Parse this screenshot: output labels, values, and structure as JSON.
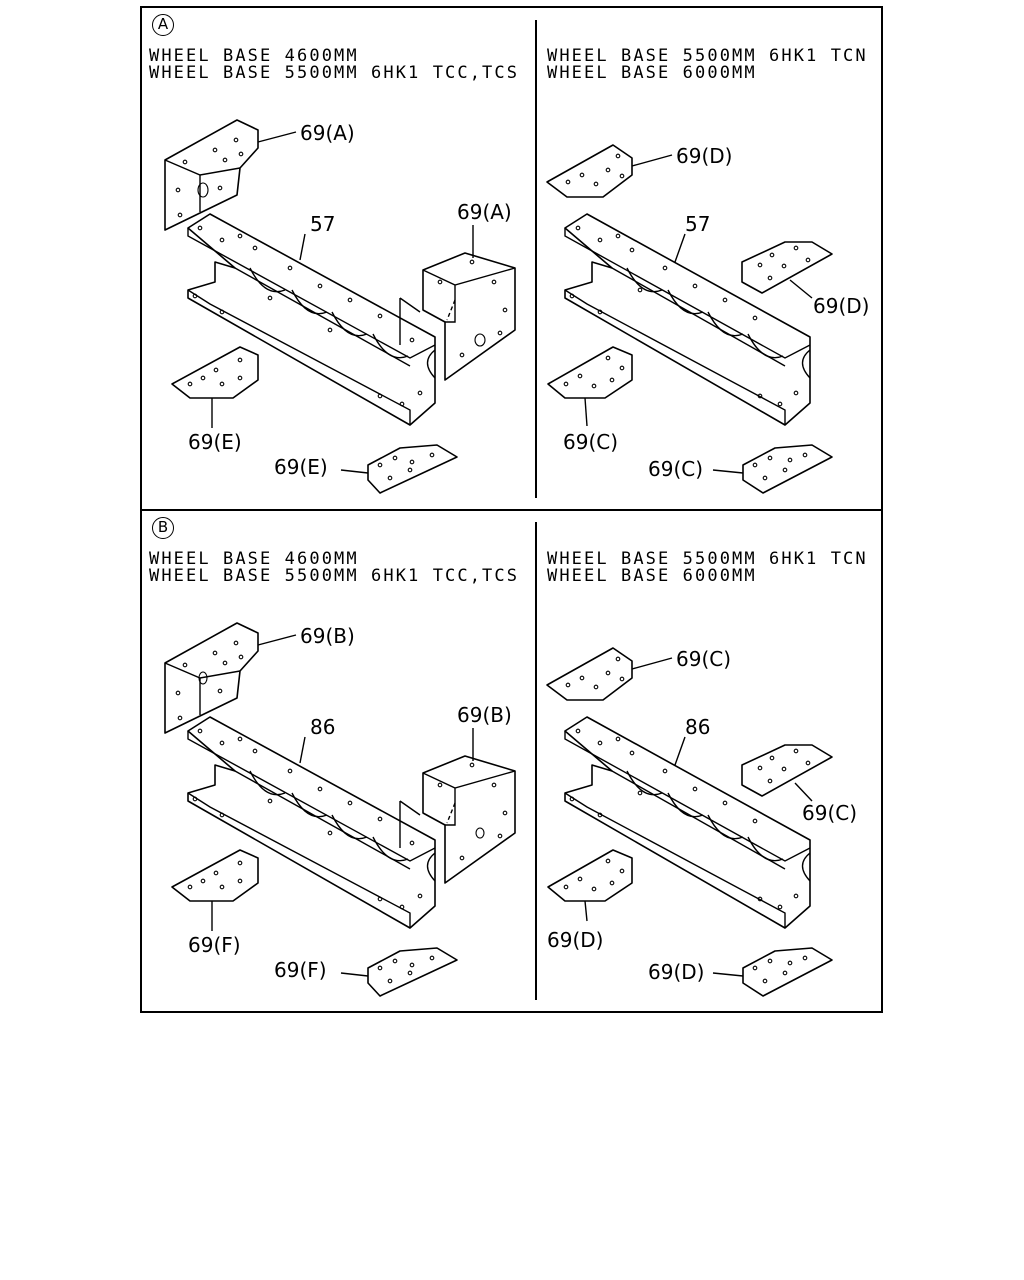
{
  "sections": [
    {
      "id": "A",
      "marker": "A",
      "left": {
        "lines": [
          "WHEEL BASE 4600MM",
          "WHEEL BASE 5500MM 6HK1 TCC,TCS"
        ],
        "main_part": "57",
        "callouts": {
          "top": "69(A)",
          "side": "69(A)",
          "bottom_left": "69(E)",
          "bottom_right": "69(E)"
        }
      },
      "right": {
        "lines": [
          "WHEEL BASE 5500MM 6HK1 TCN",
          "WHEEL BASE 6000MM"
        ],
        "main_part": "57",
        "callouts": {
          "top": "69(D)",
          "side": "69(D)",
          "bottom_left": "69(C)",
          "bottom_right": "69(C)"
        }
      }
    },
    {
      "id": "B",
      "marker": "B",
      "left": {
        "lines": [
          "WHEEL BASE 4600MM",
          "WHEEL BASE 5500MM 6HK1 TCC,TCS"
        ],
        "main_part": "86",
        "callouts": {
          "top": "69(B)",
          "side": "69(B)",
          "bottom_left": "69(F)",
          "bottom_right": "69(F)"
        }
      },
      "right": {
        "lines": [
          "WHEEL BASE 5500MM 6HK1 TCN",
          "WHEEL BASE 6000MM"
        ],
        "main_part": "86",
        "callouts": {
          "top": "69(C)",
          "side": "69(C)",
          "bottom_left": "69(D)",
          "bottom_right": "69(D)"
        }
      }
    }
  ]
}
